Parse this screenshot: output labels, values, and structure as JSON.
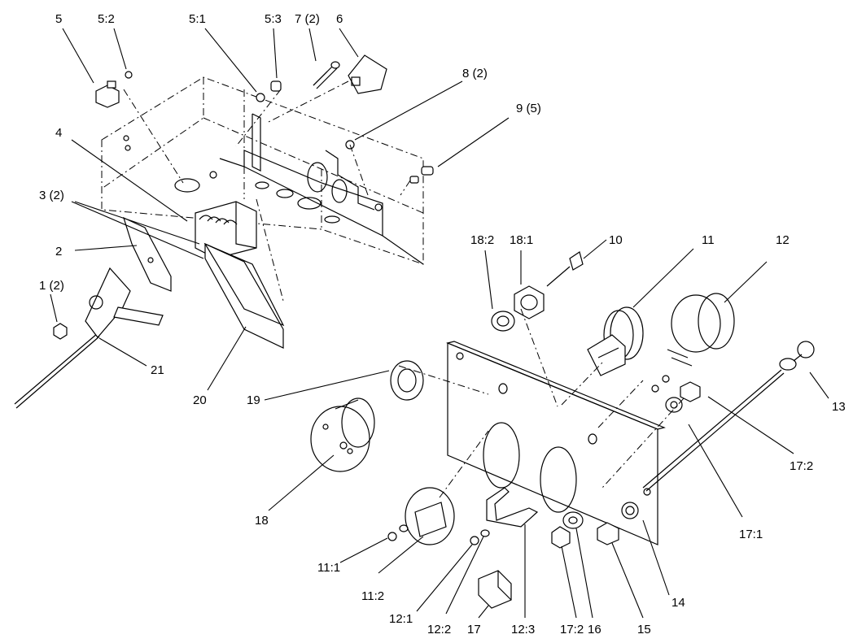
{
  "callouts": [
    {
      "id": "c5",
      "text": "5"
    },
    {
      "id": "c5_2",
      "text": "5:2"
    },
    {
      "id": "c5_1",
      "text": "5:1"
    },
    {
      "id": "c5_3",
      "text": "5:3"
    },
    {
      "id": "c7",
      "text": "7 (2)"
    },
    {
      "id": "c6",
      "text": "6"
    },
    {
      "id": "c8",
      "text": "8 (2)"
    },
    {
      "id": "c9",
      "text": "9 (5)"
    },
    {
      "id": "c4",
      "text": "4"
    },
    {
      "id": "c3",
      "text": "3 (2)"
    },
    {
      "id": "c2",
      "text": "2"
    },
    {
      "id": "c1",
      "text": "1 (2)"
    },
    {
      "id": "c21",
      "text": "21"
    },
    {
      "id": "c20",
      "text": "20"
    },
    {
      "id": "c18_2",
      "text": "18:2"
    },
    {
      "id": "c18_1",
      "text": "18:1"
    },
    {
      "id": "c10",
      "text": "10"
    },
    {
      "id": "c11",
      "text": "11"
    },
    {
      "id": "c12",
      "text": "12"
    },
    {
      "id": "c19",
      "text": "19"
    },
    {
      "id": "c13",
      "text": "13"
    },
    {
      "id": "c17_2a",
      "text": "17:2"
    },
    {
      "id": "c18",
      "text": "18"
    },
    {
      "id": "c17_1",
      "text": "17:1"
    },
    {
      "id": "c11_1",
      "text": "11:1"
    },
    {
      "id": "c11_2",
      "text": "11:2"
    },
    {
      "id": "c14",
      "text": "14"
    },
    {
      "id": "c12_1",
      "text": "12:1"
    },
    {
      "id": "c12_2",
      "text": "12:2"
    },
    {
      "id": "c17",
      "text": "17"
    },
    {
      "id": "c12_3",
      "text": "12:3"
    },
    {
      "id": "c17_2b",
      "text": "17:2"
    },
    {
      "id": "c16",
      "text": "16"
    },
    {
      "id": "c15",
      "text": "15"
    }
  ]
}
